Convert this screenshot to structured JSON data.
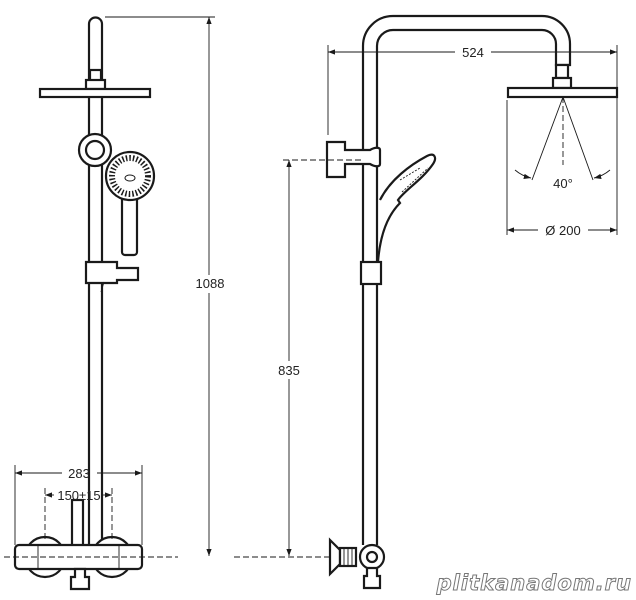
{
  "drawing": {
    "front_view": {
      "total_height": "1088",
      "mixer_width": "283",
      "inlet_spacing": "150±15"
    },
    "side_view": {
      "arm_projection": "524",
      "bracket_height": "835",
      "spray_angle": "40°",
      "head_diameter": "Ø 200"
    },
    "watermark": "plitkanadom.ru"
  }
}
